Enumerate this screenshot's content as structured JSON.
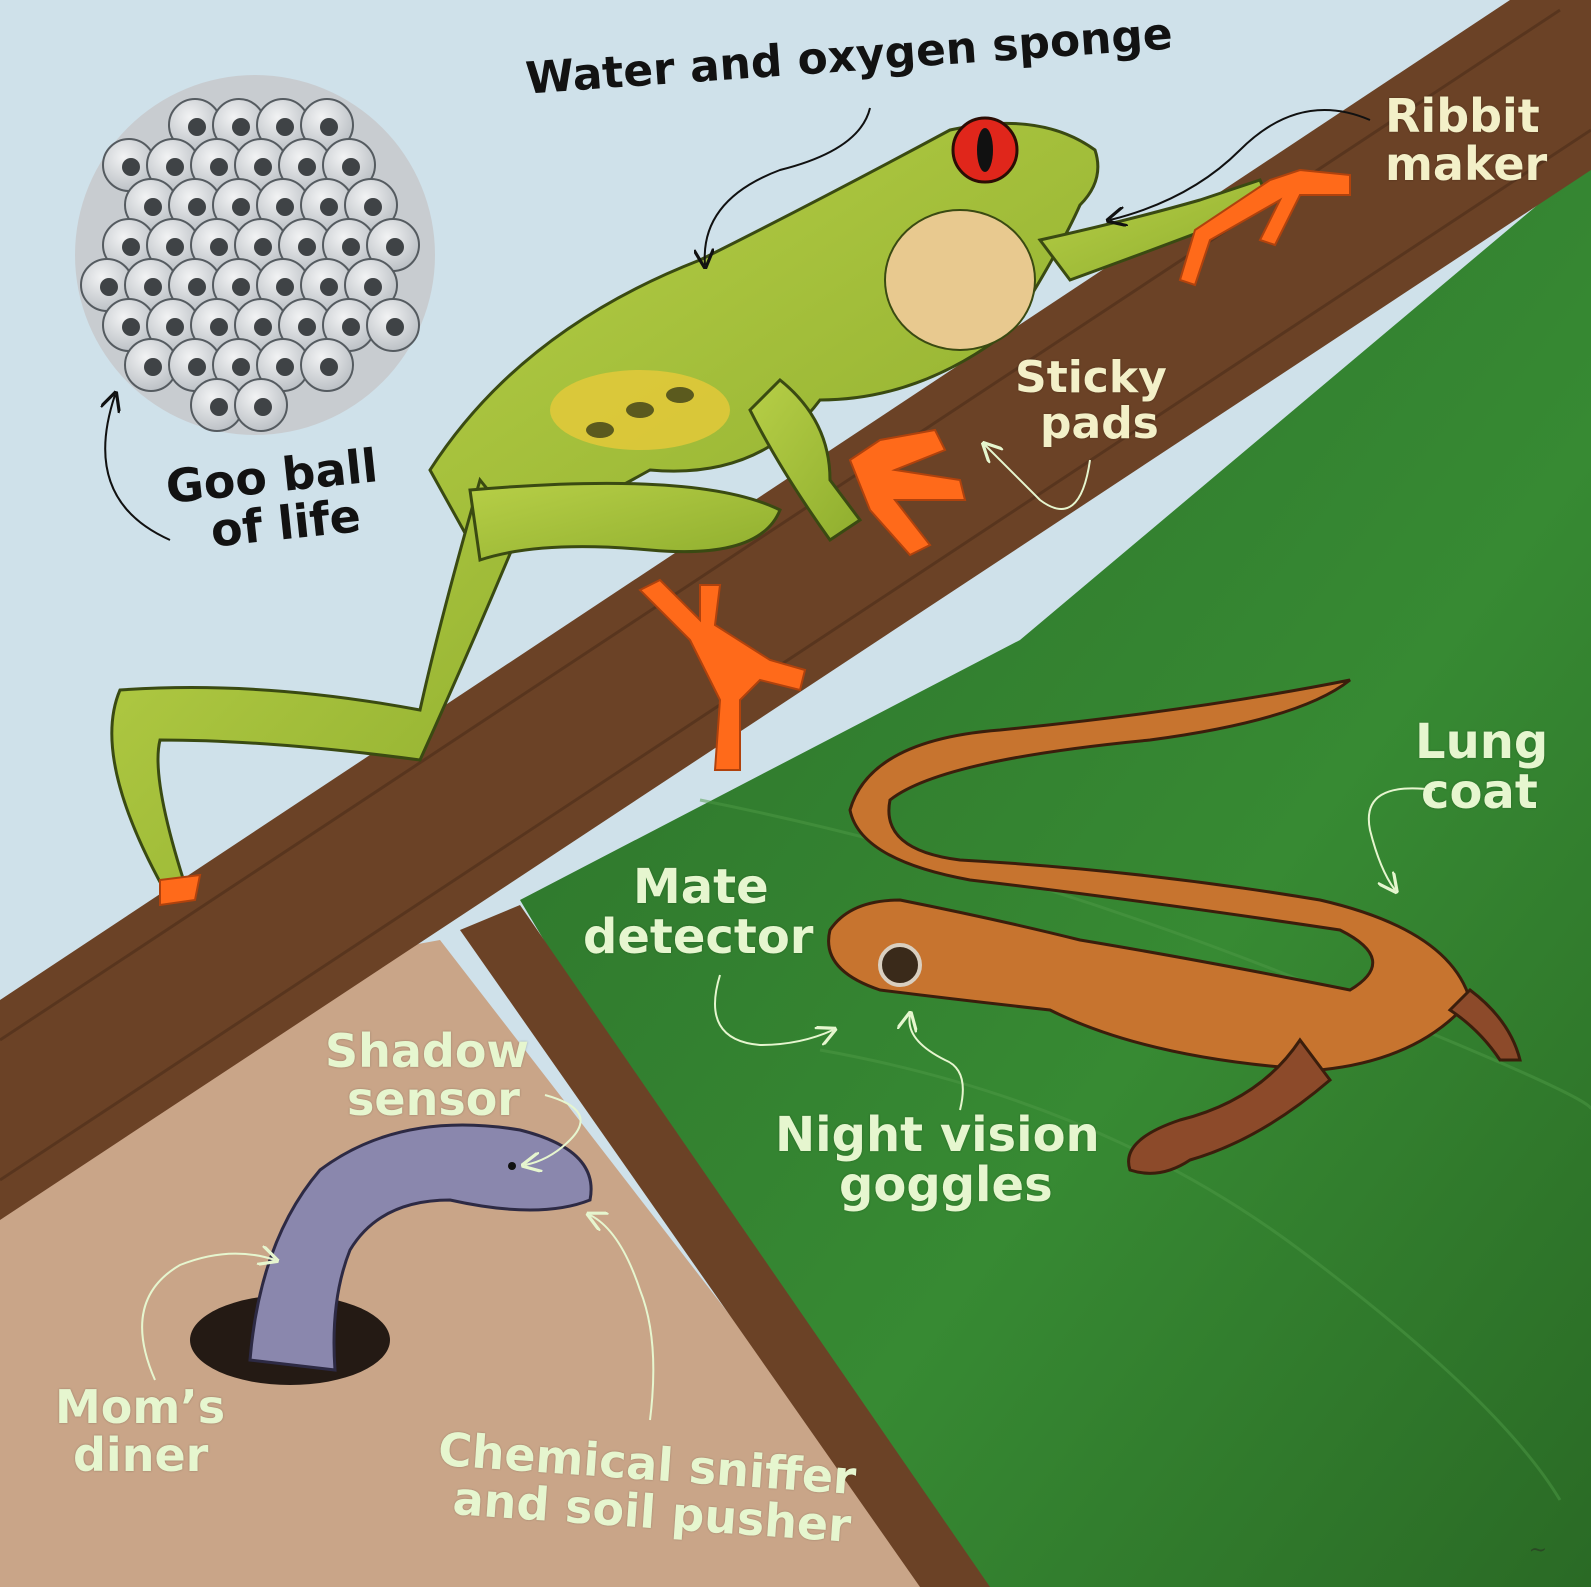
{
  "colors": {
    "sky": "#cfe1ea",
    "branch": "#6b4226",
    "leaf": "#2f7a2c",
    "soil": "#c9a588",
    "frog_body": "#a6c13a",
    "frog_toes": "#ff6a1a",
    "eye": "#e0261b",
    "salamander": "#c7742f",
    "caecilian": "#8a87ad",
    "egg": "#d8dbde",
    "dark_label": "#121212",
    "light_label": "#e6f6cf"
  },
  "labels": {
    "water_sponge": "Water and oxygen sponge",
    "ribbit_1": "Ribbit",
    "ribbit_2": "maker",
    "goo_1": "Goo ball",
    "goo_2": "of life",
    "sticky_1": "Sticky",
    "sticky_2": "pads",
    "lung_1": "Lung",
    "lung_2": "coat",
    "mate_1": "Mate",
    "mate_2": "detector",
    "shadow_1": "Shadow",
    "shadow_2": "sensor",
    "night_1": "Night vision",
    "night_2": "goggles",
    "moms_1": "Mom’s",
    "moms_2": "diner",
    "chem_1": "Chemical sniffer",
    "chem_2": "and soil pusher"
  }
}
